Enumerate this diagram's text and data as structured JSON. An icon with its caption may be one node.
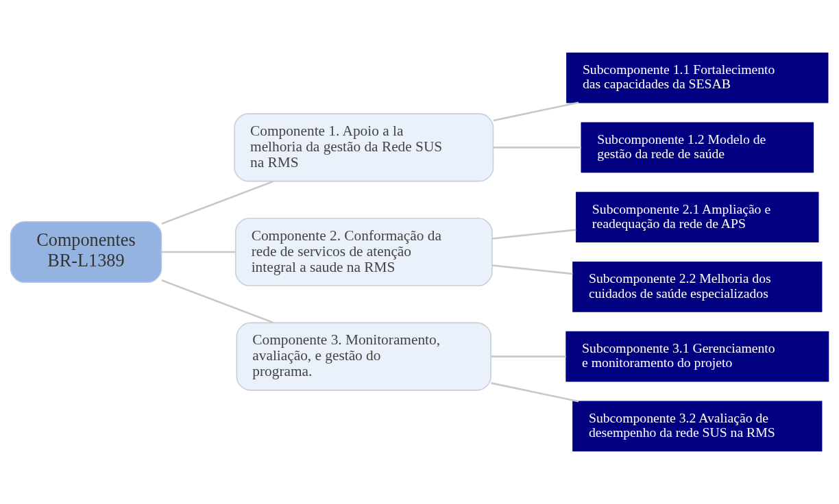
{
  "diagram": {
    "nodes": [
      {
        "text": [
          "Componentes BR-L1389"
        ]
      },
      {
        "text": [
          "Componente 1. Apoio a la melhoria da gestão da Rede SUS na RMS"
        ]
      },
      {
        "text": [
          "Componente 2. Conformação da rede de servicos de atenção integral a saude na RMS"
        ]
      },
      {
        "text": [
          "Componente 3. Monitoramento, avaliação, e gestão do programa."
        ]
      },
      {
        "text": [
          "Subcomponente 1.1 Fortalecimento das capacidades da SESAB"
        ]
      },
      {
        "text": [
          "Subcomponente 1.2 Modelo de gestão da rede de saúde"
        ]
      },
      {
        "text": [
          "Subcomponente 2.1 Ampliação e readequação da rede de APS"
        ]
      },
      {
        "text": [
          "Subcomponente 2.2 Melhoria dos cuidados de saúde especializados"
        ]
      },
      {
        "text": [
          "Subcomponente 3.1 Gerenciamento e monitoramento do projeto"
        ]
      },
      {
        "text": [
          "Subcomponente 3.2 Avaliação de desempenho da rede SUS na RMS"
        ]
      }
    ],
    "edges": [
      {
        "from": 0,
        "to": 1,
        "arrow": "none"
      },
      {
        "from": 0,
        "to": 2,
        "arrow": "none"
      },
      {
        "from": 0,
        "to": 3,
        "arrow": "none"
      },
      {
        "from": 1,
        "to": 4,
        "arrow": "none"
      },
      {
        "from": 1,
        "to": 5,
        "arrow": "none"
      },
      {
        "from": 2,
        "to": 6,
        "arrow": "none"
      },
      {
        "from": 2,
        "to": 7,
        "arrow": "none"
      },
      {
        "from": 3,
        "to": 8,
        "arrow": "none"
      },
      {
        "from": 3,
        "to": 9,
        "arrow": "none"
      }
    ]
  }
}
